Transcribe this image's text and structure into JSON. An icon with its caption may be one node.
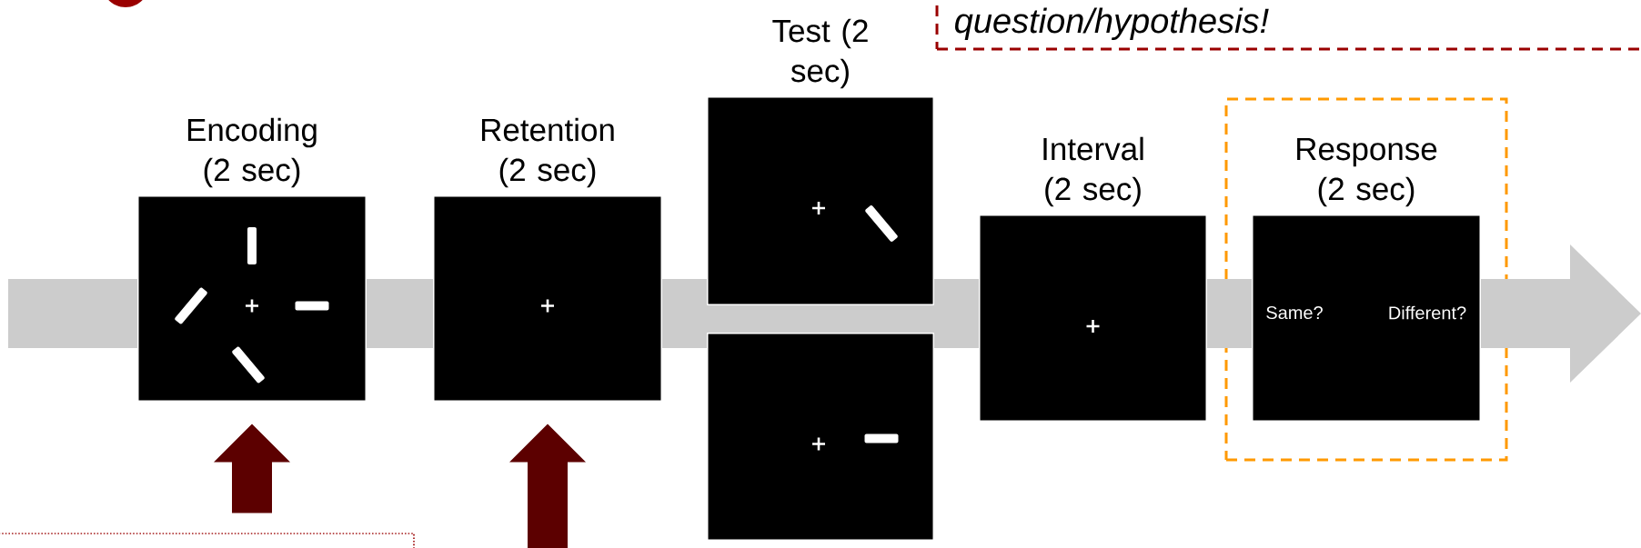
{
  "diagram": {
    "nodes": [
      {
        "text": [
          "Encoding (2 sec)"
        ]
      },
      {
        "text": [
          "Retention (2 sec)"
        ]
      },
      {
        "text": [
          "Test (2 sec)"
        ]
      },
      {
        "text": [],
        "shape": "box"
      },
      {
        "text": [
          "Interval (2 sec)"
        ]
      },
      {
        "text": [],
        "shape": "box"
      },
      {
        "text": [
          "Response (2 sec)",
          "Same?",
          "Different?"
        ],
        "in": 5
      },
      {
        "text": [
          "question/hypothesis!"
        ]
      }
    ],
    "edges": [
      {
        "from": null,
        "to": 0,
        "arrow": "to",
        "color": "#990000"
      },
      {
        "from": null,
        "to": 1,
        "arrow": "to",
        "color": "#990000"
      },
      {
        "from": null,
        "to": 0,
        "arrow": "none"
      },
      {
        "from": 0,
        "to": 1,
        "arrow": "none"
      },
      {
        "from": 1,
        "to": 2,
        "arrow": "none"
      },
      {
        "from": 1,
        "to": 3,
        "arrow": "none"
      },
      {
        "from": 2,
        "to": 4,
        "arrow": "none"
      },
      {
        "from": 3,
        "to": 4,
        "arrow": "none"
      },
      {
        "from": 4,
        "to": 6,
        "arrow": "none"
      },
      {
        "from": 6,
        "to": null,
        "arrow": "to"
      }
    ]
  }
}
